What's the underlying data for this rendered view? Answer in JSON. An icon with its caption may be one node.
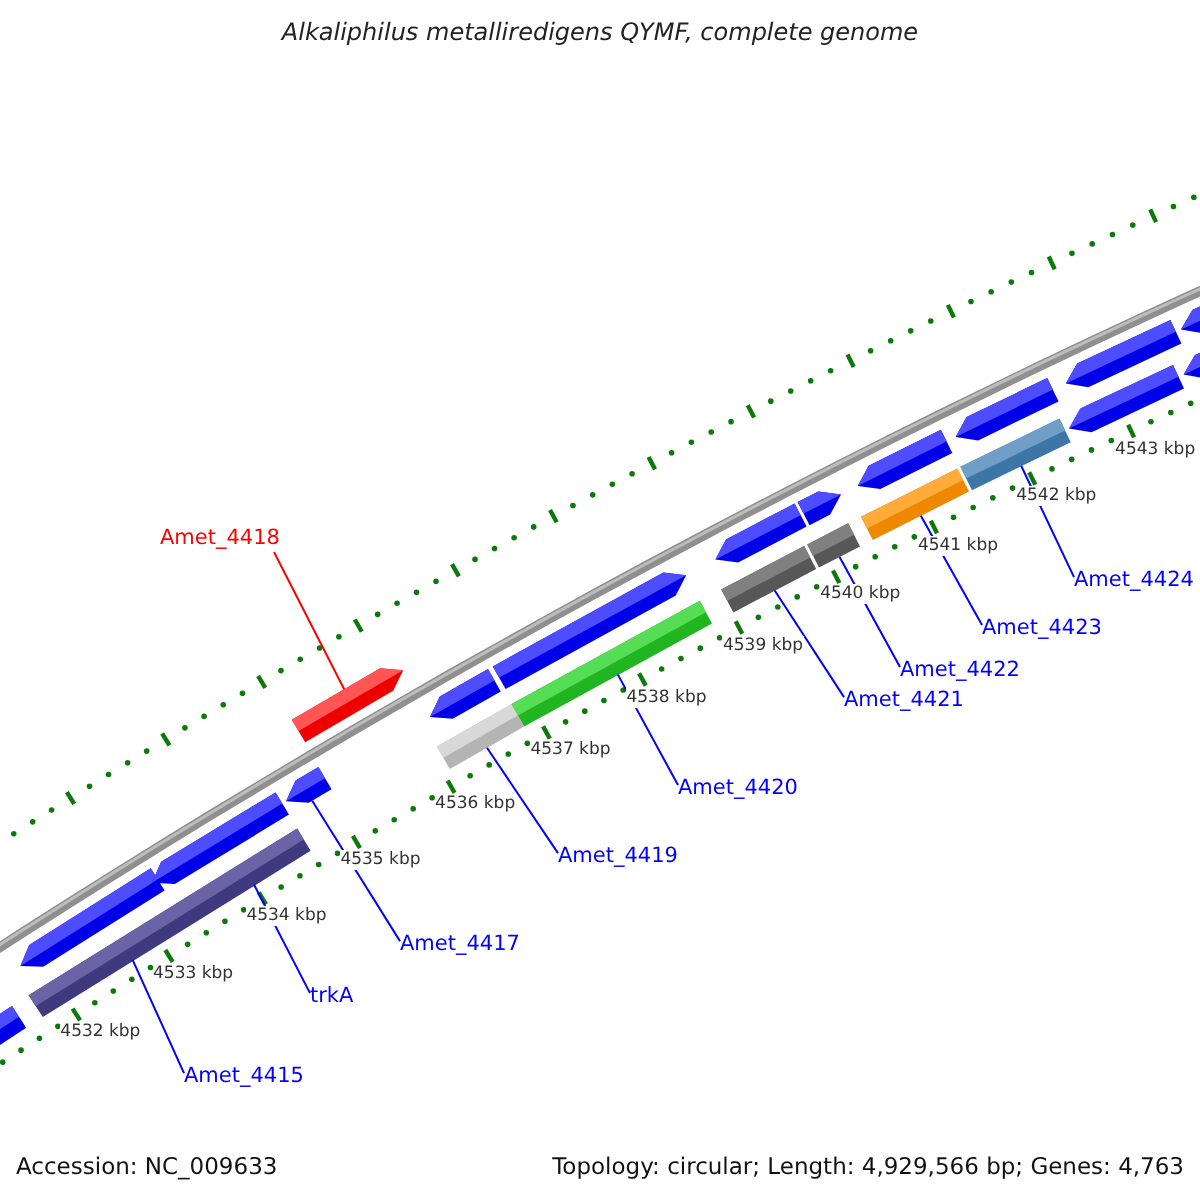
{
  "diagram": {
    "title": "Alkaliphilus metalliredigens QYMF, complete genome",
    "nodes": [
      {
        "text": [],
        "shape": "bar"
      },
      {
        "text": [],
        "shape": "bar"
      },
      {
        "text": [],
        "shape": "bar"
      },
      {
        "text": [],
        "shape": "bar"
      },
      {
        "text": [],
        "shape": "bar"
      },
      {
        "text": [],
        "shape": "bar"
      },
      {
        "text": [],
        "shape": "bar"
      },
      {
        "text": [],
        "shape": "bar"
      },
      {
        "text": [],
        "shape": "bar"
      },
      {
        "text": [],
        "shape": "bar"
      },
      {
        "text": [],
        "shape": "bar"
      },
      {
        "text": [],
        "shape": "bar"
      },
      {
        "text": [],
        "shape": "bar"
      },
      {
        "text": [],
        "shape": "bar"
      },
      {
        "text": [],
        "shape": "bar"
      },
      {
        "text": [],
        "shape": "bar"
      },
      {
        "text": [],
        "shape": "bar"
      },
      {
        "text": [],
        "shape": "bar"
      },
      {
        "text": [],
        "shape": "bar"
      },
      {
        "text": [],
        "shape": "bar"
      },
      {
        "text": [],
        "shape": "bar"
      },
      {
        "text": [],
        "shape": "bar"
      },
      {
        "text": [
          "Amet_4415"
        ]
      },
      {
        "text": [
          "trkA"
        ]
      },
      {
        "text": [
          "Amet_4417"
        ]
      },
      {
        "text": [
          "Amet_4418"
        ]
      },
      {
        "text": [
          "Amet_4419"
        ]
      },
      {
        "text": [
          "Amet_4420"
        ]
      },
      {
        "text": [
          "Amet_4421"
        ]
      },
      {
        "text": [
          "Amet_4422"
        ]
      },
      {
        "text": [
          "Amet_4423"
        ]
      },
      {
        "text": [
          "Amet_4424"
        ]
      }
    ],
    "edges": [
      {
        "from": 22,
        "to": 1,
        "arrow": "none"
      },
      {
        "from": 23,
        "to": 1,
        "arrow": "none"
      },
      {
        "from": 24,
        "to": 4,
        "arrow": "none"
      },
      {
        "from": 25,
        "to": 5,
        "arrow": "none",
        "color": "#ff0000"
      },
      {
        "from": 26,
        "to": 6,
        "arrow": "none"
      },
      {
        "from": 27,
        "to": 8,
        "arrow": "none"
      },
      {
        "from": 28,
        "to": 10,
        "arrow": "none"
      },
      {
        "from": 29,
        "to": 12,
        "arrow": "none"
      },
      {
        "from": 30,
        "to": 14,
        "arrow": "none"
      },
      {
        "from": 31,
        "to": 16,
        "arrow": "none"
      }
    ],
    "labels": [
      "4532 kbp",
      "4533 kbp",
      "4534 kbp",
      "4535 kbp",
      "4536 kbp",
      "4537 kbp",
      "4538 kbp",
      "4539 kbp",
      "4540 kbp",
      "4541 kbp",
      "4542 kbp",
      "4543 kbp",
      "Accession: NC_009633",
      "Topology: circular; Length: 4,929,566 bp; Genes: 4,763"
    ]
  }
}
